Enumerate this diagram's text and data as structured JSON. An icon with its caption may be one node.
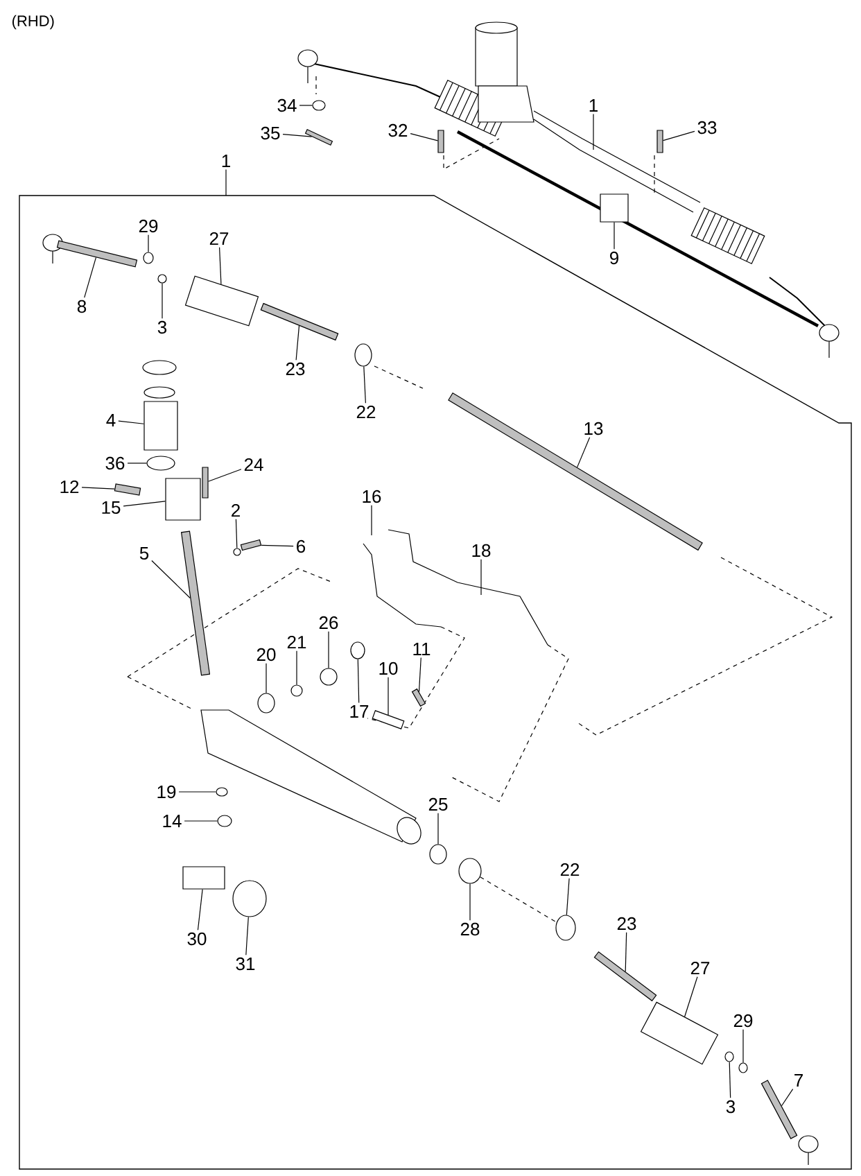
{
  "diagram": {
    "nodes": [
      {
        "text": [
          "34"
        ]
      },
      {
        "text": [
          "35"
        ]
      },
      {
        "text": [
          "32"
        ]
      },
      {
        "text": [
          "1"
        ]
      },
      {
        "text": [
          "33"
        ]
      },
      {
        "text": [
          "1"
        ]
      },
      {
        "text": [
          "9"
        ]
      },
      {
        "text": [
          "29"
        ]
      },
      {
        "text": [
          "27"
        ]
      },
      {
        "text": [
          "8"
        ]
      },
      {
        "text": [
          "3"
        ]
      },
      {
        "text": [
          "23"
        ]
      },
      {
        "text": [
          "22"
        ]
      },
      {
        "text": [
          "4"
        ]
      },
      {
        "text": [
          "13"
        ]
      },
      {
        "text": [
          "36"
        ]
      },
      {
        "text": [
          "24"
        ]
      },
      {
        "text": [
          "12"
        ]
      },
      {
        "text": [
          "15"
        ]
      },
      {
        "text": [
          "16"
        ]
      },
      {
        "text": [
          "2"
        ]
      },
      {
        "text": [
          "6"
        ]
      },
      {
        "text": [
          "5"
        ]
      },
      {
        "text": [
          "18"
        ]
      },
      {
        "text": [
          "26"
        ]
      },
      {
        "text": [
          "21"
        ]
      },
      {
        "text": [
          "20"
        ]
      },
      {
        "text": [
          "11"
        ]
      },
      {
        "text": [
          "10"
        ]
      },
      {
        "text": [
          "17"
        ]
      },
      {
        "text": [
          "19"
        ]
      },
      {
        "text": [
          "25"
        ]
      },
      {
        "text": [
          "14"
        ]
      },
      {
        "text": [
          "22"
        ]
      },
      {
        "text": [
          "30"
        ]
      },
      {
        "text": [
          "28"
        ]
      },
      {
        "text": [
          "23"
        ]
      },
      {
        "text": [
          "31"
        ]
      },
      {
        "text": [
          "27"
        ]
      },
      {
        "text": [
          "29"
        ]
      },
      {
        "text": [
          "3"
        ]
      },
      {
        "text": [
          "7"
        ]
      },
      {
        "text": [],
        "shape": "circle"
      },
      {
        "text": [],
        "shape": "bar"
      },
      {
        "text": [],
        "shape": "bar"
      },
      {
        "text": [],
        "shape": "bar"
      },
      {
        "text": [],
        "shape": "box"
      },
      {
        "text": [],
        "shape": "circle"
      },
      {
        "text": [],
        "shape": "box"
      },
      {
        "text": [],
        "shape": "bar"
      },
      {
        "text": [],
        "shape": "circle"
      },
      {
        "text": [],
        "shape": "bar"
      },
      {
        "text": [],
        "shape": "circle"
      },
      {
        "text": [],
        "shape": "box"
      },
      {
        "text": [],
        "shape": "bar"
      },
      {
        "text": [],
        "shape": "circle"
      },
      {
        "text": [],
        "shape": "bar"
      },
      {
        "text": [],
        "shape": "bar"
      },
      {
        "text": [],
        "shape": "box"
      },
      {
        "text": [],
        "shape": "circle"
      },
      {
        "text": [],
        "shape": "bar"
      },
      {
        "text": [],
        "shape": "bar"
      },
      {
        "text": [],
        "shape": "circle"
      },
      {
        "text": [],
        "shape": "circle"
      },
      {
        "text": [],
        "shape": "circle"
      },
      {
        "text": [],
        "shape": "bar"
      },
      {
        "text": [],
        "shape": "box"
      },
      {
        "text": [],
        "shape": "circle"
      },
      {
        "text": [],
        "shape": "circle"
      },
      {
        "text": [],
        "shape": "circle"
      },
      {
        "text": [],
        "shape": "circle"
      },
      {
        "text": [],
        "shape": "circle"
      },
      {
        "text": [],
        "shape": "box"
      },
      {
        "text": [],
        "shape": "circle"
      },
      {
        "text": [],
        "shape": "bar"
      },
      {
        "text": [],
        "shape": "circle"
      },
      {
        "text": [],
        "shape": "box"
      },
      {
        "text": [],
        "shape": "circle"
      },
      {
        "text": [],
        "shape": "circle"
      },
      {
        "text": [],
        "shape": "bar"
      }
    ],
    "edges": [
      {
        "from": 0,
        "to": 42,
        "arrow": "none"
      },
      {
        "from": 1,
        "to": 43,
        "arrow": "none"
      },
      {
        "from": 2,
        "to": 44,
        "arrow": "none"
      },
      {
        "from": 3,
        "to": null,
        "arrow": "none"
      },
      {
        "from": 4,
        "to": 45,
        "arrow": "none"
      },
      {
        "from": 5,
        "to": null,
        "arrow": "none"
      },
      {
        "from": 6,
        "to": 46,
        "arrow": "none"
      },
      {
        "from": 7,
        "to": 47,
        "arrow": "none"
      },
      {
        "from": 8,
        "to": 48,
        "arrow": "none"
      },
      {
        "from": 9,
        "to": 49,
        "arrow": "none"
      },
      {
        "from": 10,
        "to": 50,
        "arrow": "none"
      },
      {
        "from": 11,
        "to": 51,
        "arrow": "none"
      },
      {
        "from": 12,
        "to": 52,
        "arrow": "none"
      },
      {
        "from": 13,
        "to": 53,
        "arrow": "none"
      },
      {
        "from": 14,
        "to": 54,
        "arrow": "none"
      },
      {
        "from": 15,
        "to": 55,
        "arrow": "none"
      },
      {
        "from": 16,
        "to": 56,
        "arrow": "none"
      },
      {
        "from": 17,
        "to": 57,
        "arrow": "none"
      },
      {
        "from": 18,
        "to": 58,
        "arrow": "none"
      },
      {
        "from": 19,
        "to": null,
        "arrow": "none"
      },
      {
        "from": 20,
        "to": 59,
        "arrow": "none"
      },
      {
        "from": 21,
        "to": 60,
        "arrow": "none"
      },
      {
        "from": 22,
        "to": 61,
        "arrow": "none"
      },
      {
        "from": 23,
        "to": null,
        "arrow": "none"
      },
      {
        "from": 24,
        "to": 62,
        "arrow": "none"
      },
      {
        "from": 25,
        "to": 63,
        "arrow": "none"
      },
      {
        "from": 26,
        "to": 64,
        "arrow": "none"
      },
      {
        "from": 27,
        "to": 65,
        "arrow": "none"
      },
      {
        "from": 28,
        "to": 66,
        "arrow": "none"
      },
      {
        "from": 29,
        "to": 67,
        "arrow": "none"
      },
      {
        "from": 30,
        "to": 68,
        "arrow": "none"
      },
      {
        "from": 31,
        "to": 69,
        "arrow": "none"
      },
      {
        "from": 32,
        "to": 70,
        "arrow": "none"
      },
      {
        "from": 33,
        "to": 71,
        "arrow": "none"
      },
      {
        "from": 34,
        "to": 72,
        "arrow": "none"
      },
      {
        "from": 35,
        "to": 73,
        "arrow": "none"
      },
      {
        "from": 36,
        "to": 74,
        "arrow": "none"
      },
      {
        "from": 37,
        "to": 75,
        "arrow": "none"
      },
      {
        "from": 38,
        "to": 76,
        "arrow": "none"
      },
      {
        "from": 39,
        "to": 77,
        "arrow": "none"
      },
      {
        "from": 40,
        "to": 78,
        "arrow": "none"
      },
      {
        "from": 41,
        "to": 79,
        "arrow": "none"
      },
      {
        "from": 73,
        "to": 71,
        "arrow": "none",
        "style": "dashed"
      }
    ],
    "labels": [
      "(RHD)"
    ]
  }
}
